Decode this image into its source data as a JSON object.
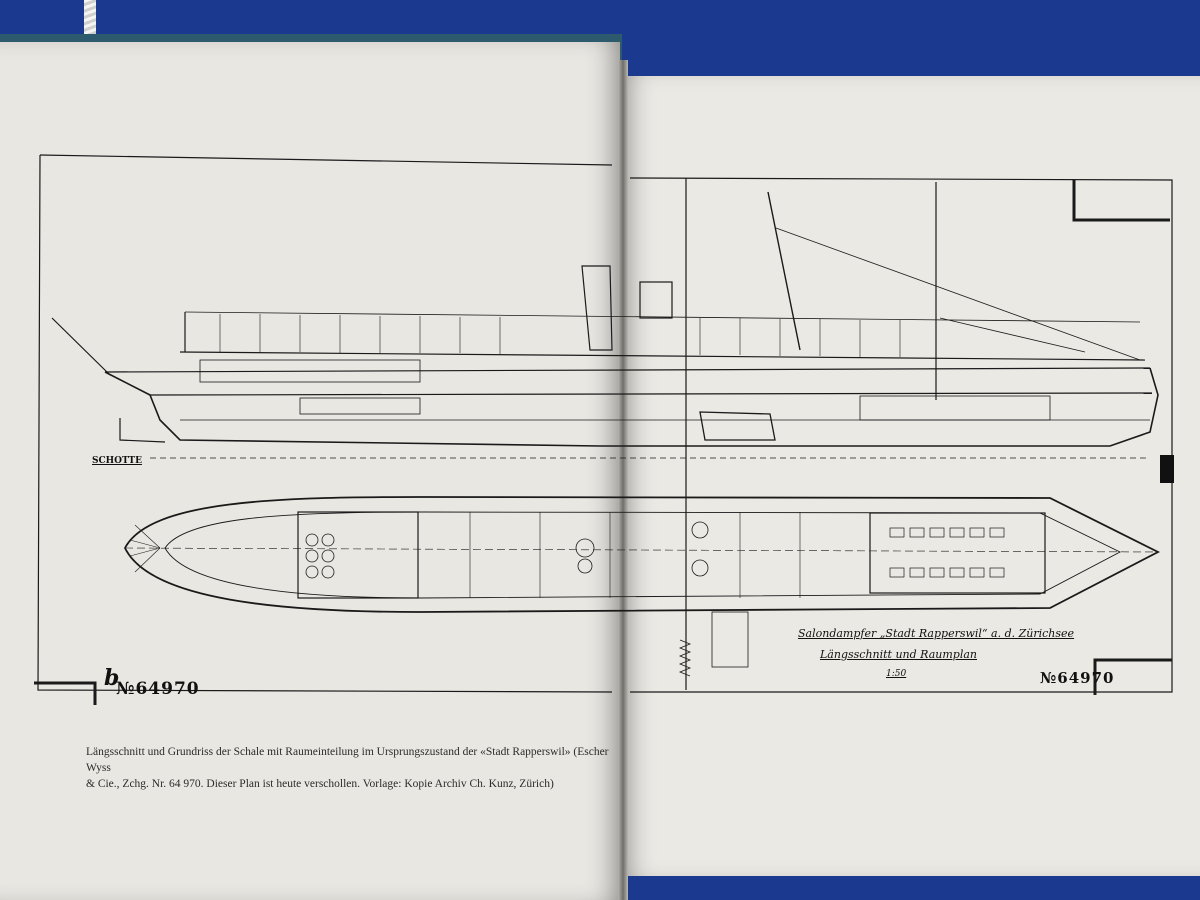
{
  "plan": {
    "number_prefix": "b",
    "number_left": "№64970",
    "number_right": "№64970",
    "title_line1": "Salondampfer „Stadt Rapperswil“ a. d. Zürichsee",
    "title_line2": "Längsschnitt und Raumplan",
    "scale": "1:50",
    "section_label": "SCHOTTE"
  },
  "caption": {
    "line1": "Längsschnitt und Grundriss der Schale mit Raumeinteilung im Ursprungszustand der «Stadt Rapperswil» (Escher Wyss",
    "line2": "& Cie., Zchg. Nr. 64 970. Dieser Plan ist heute verschollen. Vorlage: Kopie Archiv Ch. Kunz, Zürich)"
  },
  "colors": {
    "background": "#1b3a8f",
    "paper": "#e9e7e2",
    "ink": "#1a1a1a"
  }
}
